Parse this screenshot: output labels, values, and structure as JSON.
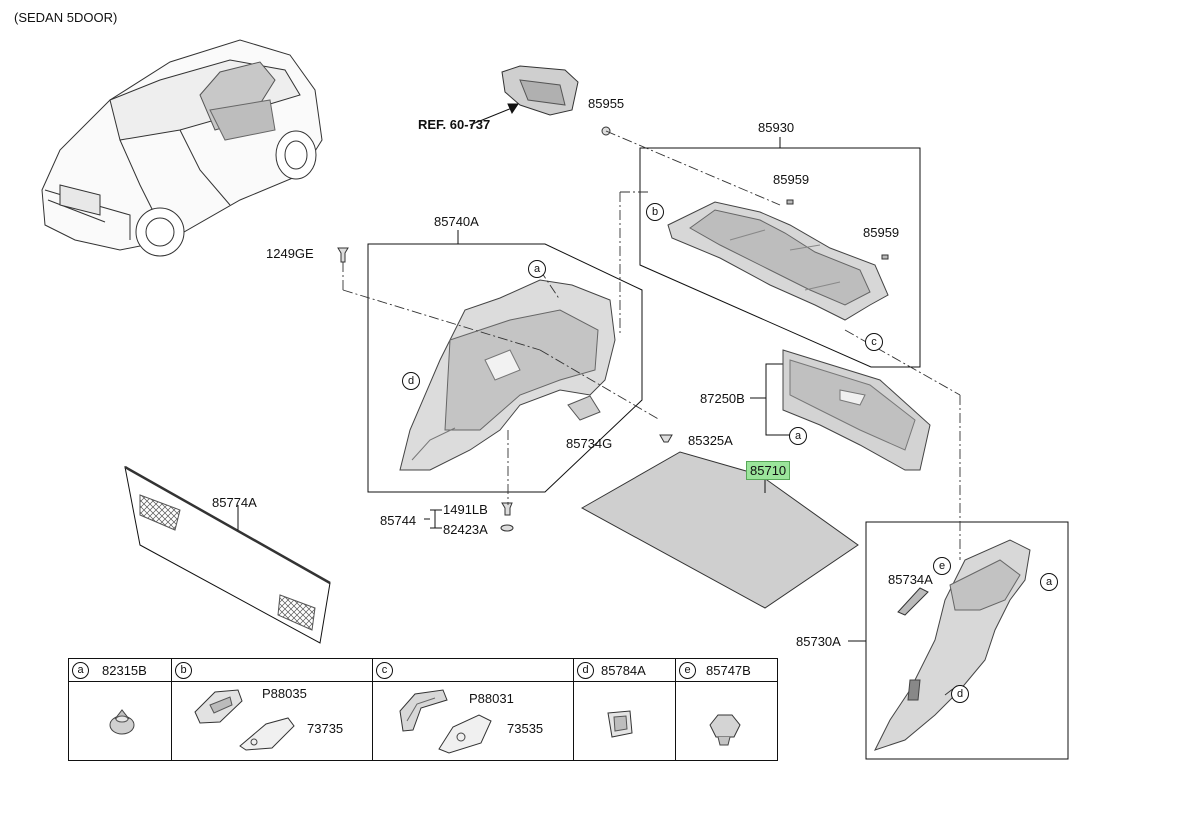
{
  "header": {
    "variant": "(SEDAN 5DOOR)"
  },
  "reference": {
    "label": "REF. 60-737"
  },
  "parts": {
    "p85955": "85955",
    "p85930": "85930",
    "p85959a": "85959",
    "p85959b": "85959",
    "p85740A": "85740A",
    "p1249GE": "1249GE",
    "p85734G": "85734G",
    "p85325A": "85325A",
    "p87250B": "87250B",
    "p85710": "85710",
    "p85744": "85744",
    "p1491LB": "1491LB",
    "p82423A": "82423A",
    "p85774A": "85774A",
    "p85734A": "85734A",
    "p85730A": "85730A"
  },
  "callouts": {
    "b_shelf": "b",
    "c_shelf": "c",
    "a_trim": "a",
    "d_trim": "d",
    "a_sill": "a",
    "e_right": "e",
    "a_right": "a",
    "d_right": "d"
  },
  "legend": {
    "a": {
      "letter": "a",
      "code": "82315B"
    },
    "b": {
      "letter": "b",
      "code": "",
      "items": [
        "P88035",
        "73735"
      ]
    },
    "c": {
      "letter": "c",
      "code": "",
      "items": [
        "P88031",
        "73535"
      ]
    },
    "d": {
      "letter": "d",
      "code": "85784A"
    },
    "e": {
      "letter": "e",
      "code": "85747B"
    }
  },
  "colors": {
    "highlight": "#9be59b",
    "part_fill": "#d9d9d9",
    "part_dark": "#b5b5b5",
    "line": "#111111"
  }
}
